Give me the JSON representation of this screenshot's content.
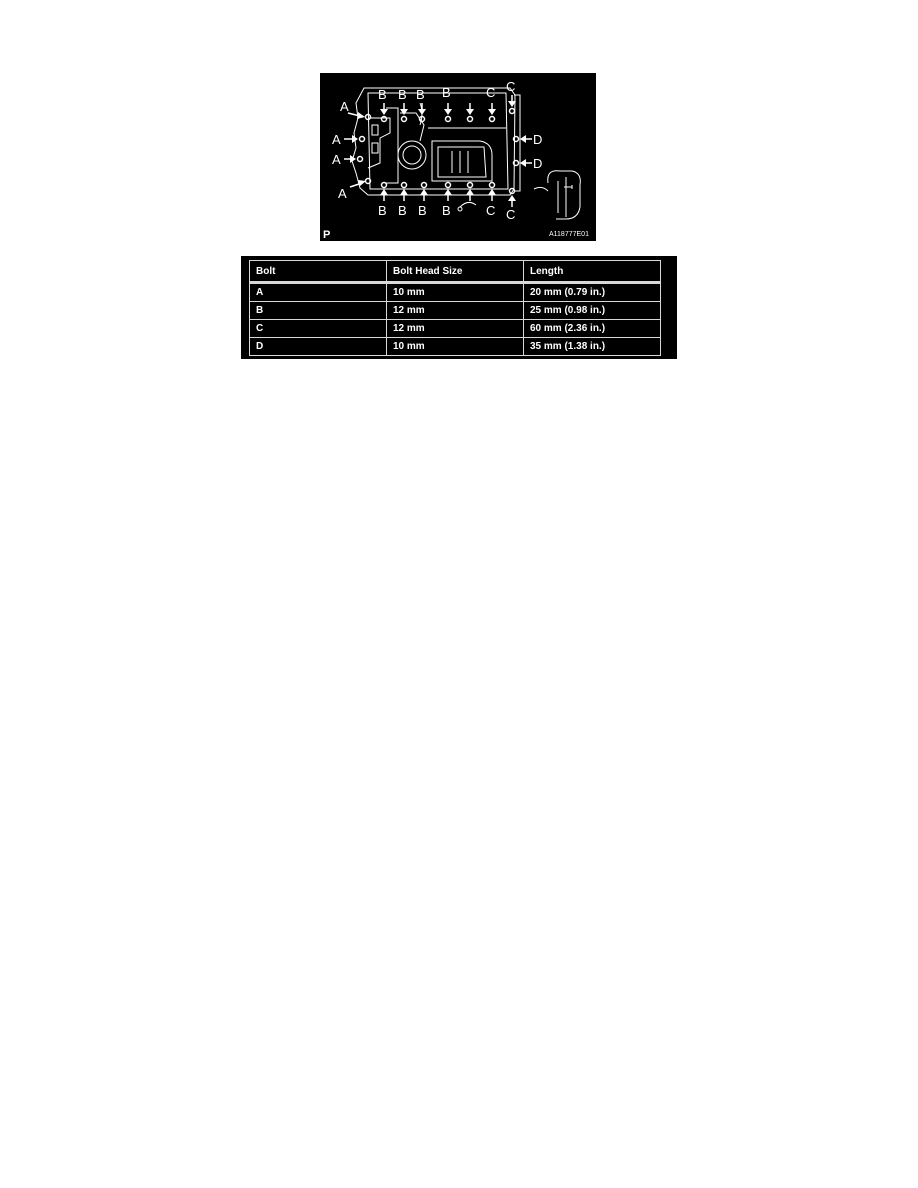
{
  "figure": {
    "code": "A118777E01",
    "view_mark": "P",
    "callouts": {
      "a": "A",
      "b": "B",
      "c": "C",
      "d": "D"
    }
  },
  "table": {
    "headers": [
      "Bolt",
      "Bolt Head Size",
      "Length"
    ],
    "rows": [
      [
        "A",
        "10 mm",
        "20 mm (0.79 in.)"
      ],
      [
        "B",
        "12 mm",
        "25 mm (0.98 in.)"
      ],
      [
        "C",
        "12 mm",
        "60 mm (2.36 in.)"
      ],
      [
        "D",
        "10 mm",
        "35 mm (1.38 in.)"
      ]
    ]
  }
}
